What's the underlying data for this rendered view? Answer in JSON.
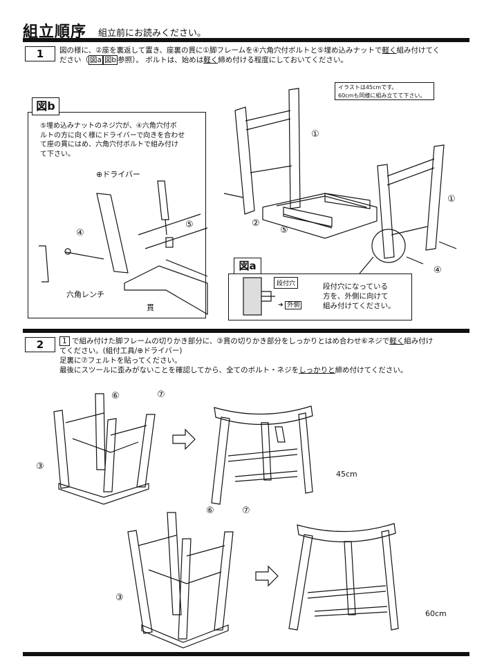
{
  "header": {
    "title": "組立順序",
    "subtitle": "組立前にお読みください。"
  },
  "step1": {
    "number": "1",
    "line1_a": "図の様に、②座を裏返して置き、座裏の貫に①脚フレームを④六角穴付ボルトと⑤埋め込みナットで",
    "line1_u": "軽く",
    "line1_b": "組み付けてく",
    "line2_a": "ださい（",
    "ref_a": "図a",
    "ref_b": "図b",
    "line2_b": "参照）。 ボルトは、始めは",
    "line2_u": "軽く",
    "line2_c": "締め付ける程度にしておいてください。",
    "note_line1": "イラストは45cmです。",
    "note_line2": "60cmも同様に組み立てて下さい。",
    "label_1a": "①",
    "label_1b": "①",
    "label_2": "②",
    "label_5": "⑤",
    "label_4": "④"
  },
  "panel_b": {
    "label": "図b",
    "text_l1": "⑤埋め込みナットのネジ穴が、④六角穴付ボ",
    "text_l2": "ルトの方に向く様にドライバーで向きを合わせ",
    "text_l3": "て座の貫にはめ、六角穴付ボルトで組み付け",
    "text_l4": "て下さい。",
    "driver_label": "⊕ドライバー",
    "label_4": "④",
    "label_5": "⑤",
    "wrench_label": "六角レンチ",
    "nuki_label": "貫"
  },
  "panel_a": {
    "label": "図a",
    "callout": "段付穴",
    "outer": "外側",
    "text_l1": "段付穴になっている",
    "text_l2": "方を、外側に向けて",
    "text_l3": "組み付けてください。"
  },
  "step2": {
    "number": "2",
    "ref": "1",
    "line1_a": "で組み付けた脚フレームの切りかき部分に、③貫の切りかき部分をしっかりとはめ合わせ⑥ネジで",
    "line1_u": "軽く",
    "line1_b": "組み付け",
    "line2": "てください。(組付工具/⊕ドライバー)",
    "line3": "足裏に⑦フェルトを貼ってください。",
    "line4_a": "最後にスツールに歪みがないことを確認してから、全てのボルト・ネジを",
    "line4_u": "しっかりと",
    "line4_b": "締め付けてください。",
    "label_3a": "③",
    "label_6a": "⑥",
    "label_7a": "⑦",
    "label_3b": "③",
    "label_6b": "⑥",
    "label_7b": "⑦",
    "size_45": "45cm",
    "size_60": "60cm"
  }
}
